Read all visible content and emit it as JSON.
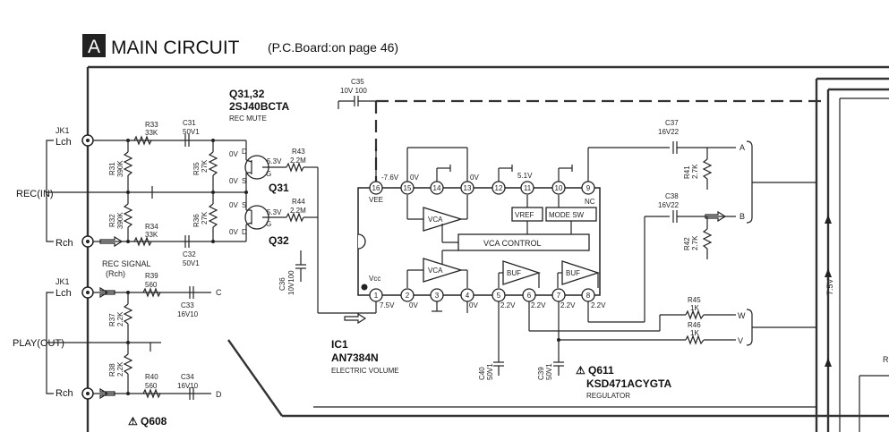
{
  "title": {
    "badge": "A",
    "main": "MAIN  CIRCUIT",
    "sub": "(P.C.Board:on page 46)"
  },
  "left": {
    "jk1_top": "JK1",
    "jk1_bottom": "JK1",
    "lch_top": "Lch",
    "rch_top": "Rch",
    "lch_bottom": "Lch",
    "rch_bottom": "Rch",
    "rec_in": "REC(IN)",
    "play_out": "PLAY(OUT)",
    "rec_signal": "REC SIGNAL",
    "rec_signal_ch": "(Rch)"
  },
  "resistors": {
    "r33": "R33",
    "r33v": "33K",
    "r34": "R34",
    "r34v": "33K",
    "r31": "R31",
    "r31v": "390K",
    "r32": "R32",
    "r32v": "390K",
    "r35": "R35",
    "r35v": "27K",
    "r36": "R36",
    "r36v": "27K",
    "r43": "R43",
    "r43v": "2.2M",
    "r44": "R44",
    "r44v": "2.2M",
    "r39": "R39",
    "r39v": "560",
    "r40": "R40",
    "r40v": "560",
    "r37": "R37",
    "r37v": "2.2K",
    "r38": "R38",
    "r38v": "2.2K",
    "r41": "R41",
    "r41v": "2.7K",
    "r42": "R42",
    "r42v": "2.7K",
    "r45": "R45",
    "r45v": "1K",
    "r46": "R46",
    "r46v": "1K"
  },
  "capacitors": {
    "c31": "C31",
    "c31v": "50V1",
    "c32": "C32",
    "c32v": "50V1",
    "c33": "C33",
    "c33v": "16V10",
    "c34": "C34",
    "c34v": "16V10",
    "c35": "C35",
    "c35v": "10V 100",
    "c36": "C36",
    "c36v": "10V100",
    "c37": "C37",
    "c37v": "16V22",
    "c38": "C38",
    "c38v": "16V22",
    "c39": "C39",
    "c39v": "50V1",
    "c40": "C40",
    "c40v": "50V1"
  },
  "transistors": {
    "q3132_name": "Q31,32",
    "q3132_part": "2SJ40BCTA",
    "q3132_func": "REC MUTE",
    "q31": "Q31",
    "q32": "Q32",
    "q608": "Q608",
    "q611": "Q611",
    "q611_part": "KSD471ACYGTA",
    "q611_func": "REGULATOR",
    "warn": "⚠"
  },
  "ic1": {
    "name": "IC1",
    "part": "AN7384N",
    "func": "ELECTRIC  VOLUME",
    "vee": "VEE",
    "vcc": "Vcc",
    "nc": "NC",
    "vca_control": "VCA   CONTROL",
    "vref": "VREF",
    "mode_sw": "MODE SW",
    "vca": "VCA",
    "buf": "BUF",
    "pins": [
      "1",
      "2",
      "3",
      "4",
      "5",
      "6",
      "7",
      "8",
      "9",
      "10",
      "11",
      "12",
      "13",
      "14",
      "15",
      "16"
    ]
  },
  "voltages": {
    "v_m76": "-7.6V",
    "v_0a": "0V",
    "v_0b": "0V",
    "v_51": "5.1V",
    "v_75": "7.5V",
    "v_0c": "0V",
    "v_0d": "0V",
    "v_22a": "2.2V",
    "v_22b": "2.2V",
    "v_22c": "2.2V",
    "v_22d": "2.2V",
    "v_q31_d": "0V",
    "v_q31_s": "0V",
    "v_q31_g": "5.3V",
    "v_q32_d": "0V",
    "v_q32_s": "0V",
    "v_q32_g": "5.3V",
    "v_75_side": "7.5V"
  },
  "connectors": {
    "a": "A",
    "b": "B",
    "c": "C",
    "d": "D",
    "w": "W",
    "v": "V",
    "r_right": "R"
  },
  "pin_letters": {
    "d": "D",
    "s": "S",
    "g": "G"
  }
}
